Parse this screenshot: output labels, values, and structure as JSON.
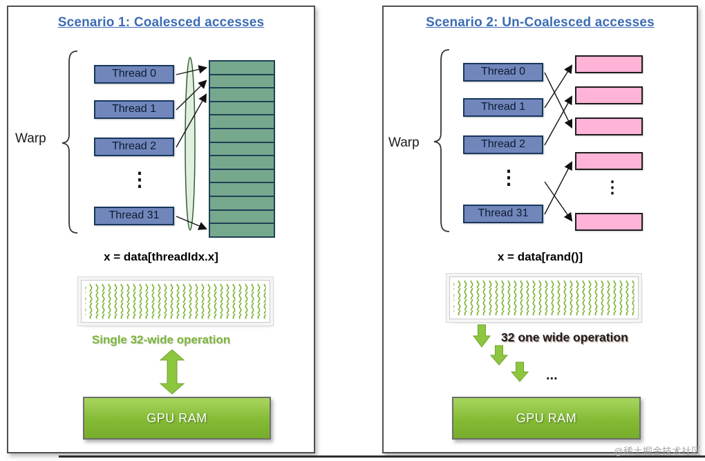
{
  "panels": {
    "left": {
      "title": "Scenario 1: Coalesced accesses",
      "warp_label": "Warp",
      "threads": [
        "Thread 0",
        "Thread 1",
        "Thread 2",
        "Thread 31"
      ],
      "dots": "⋮",
      "code": "x = data[threadIdx.x]",
      "operation_label": "Single 32-wide operation",
      "ram_label": "GPU RAM",
      "memory_rows": 13
    },
    "right": {
      "title": "Scenario 2: Un-Coalesced accesses",
      "warp_label": "Warp",
      "threads": [
        "Thread 0",
        "Thread 1",
        "Thread 2",
        "Thread 31"
      ],
      "dots": "⋮",
      "memory_dots": "⋮",
      "code": "x = data[rand()]",
      "operation_label": "32 one wide operation",
      "ellipsis": "...",
      "ram_label": "GPU RAM",
      "memory_boxes": 5
    }
  },
  "colors": {
    "title_blue": "#3c6cb4",
    "thread_fill": "#7187bc",
    "thread_border": "#17365d",
    "memory_green": "#76a88e",
    "memory_border": "#1d3f55",
    "pink_fill": "#ffb3d6",
    "arrow_green": "#8dc63f",
    "operation_green": "#7cb63a",
    "ram_green": "#84bb35"
  },
  "watermark": "@稀土掘金技术社区"
}
